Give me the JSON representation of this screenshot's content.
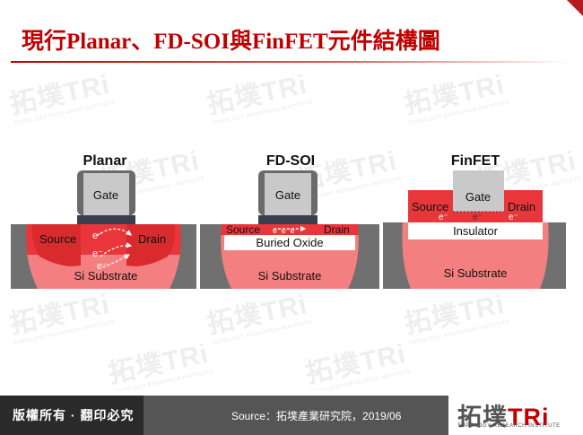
{
  "title": "現行Planar、FD-SOI與FinFET元件結構圖",
  "watermark": {
    "logo": "拓墣TRi",
    "subtitle": "TOPOLOGY RESEARCH INSTITUTE"
  },
  "panels": {
    "planar": {
      "title": "Planar",
      "gate": "Gate",
      "source": "Source",
      "drain": "Drain",
      "substrate": "Si Substrate",
      "electron": "e⁻"
    },
    "fdsoi": {
      "title": "FD-SOI",
      "gate": "Gate",
      "source": "Source",
      "drain": "Drain",
      "oxide": "Buried Oxide",
      "substrate": "Si Substrate",
      "electrons": "e⁻e⁻e⁻"
    },
    "finfet": {
      "title": "FinFET",
      "gate": "Gate",
      "source": "Source",
      "drain": "Drain",
      "insulator": "Insulator",
      "substrate": "Si Substrate",
      "electron": "e⁻"
    }
  },
  "footer": {
    "rights": "版權所有 · 翻印必究",
    "source": "Source：拓墣產業研究院，2019/06",
    "logo_main": "拓墣",
    "logo_accent": "TRi",
    "logo_sub": "TOPOLOGY RESEARCH INSTITUTE"
  },
  "colors": {
    "title_red": "#c00000",
    "region_red": "#e8363a",
    "substrate_pink": "#f47f80",
    "gate_gray": "#c9c9c9",
    "oxide_white": "#ffffff",
    "side_gray": "#6f6f6f"
  }
}
